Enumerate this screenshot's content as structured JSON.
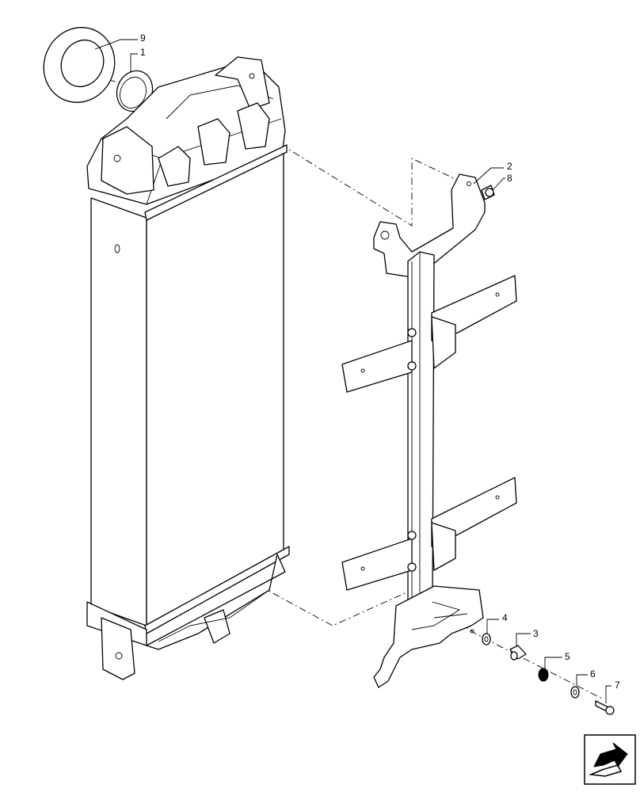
{
  "callouts": [
    {
      "id": "9",
      "label": "9"
    },
    {
      "id": "1",
      "label": "1"
    },
    {
      "id": "2",
      "label": "2"
    },
    {
      "id": "8",
      "label": "8"
    },
    {
      "id": "3",
      "label": "3"
    },
    {
      "id": "4",
      "label": "4"
    },
    {
      "id": "5",
      "label": "5"
    },
    {
      "id": "6",
      "label": "6"
    },
    {
      "id": "7",
      "label": "7"
    }
  ],
  "icons": {
    "nav": "next-page-arrow-icon"
  }
}
